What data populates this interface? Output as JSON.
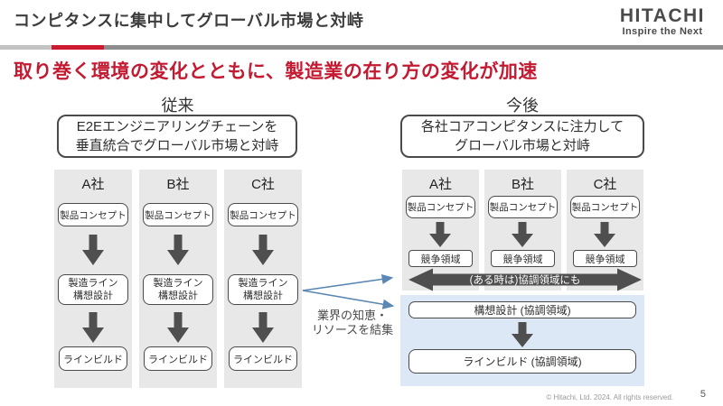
{
  "header": {
    "title": "コンピタンスに集中してグローバル市場と対峙",
    "logo": "HITACHI",
    "tagline": "Inspire the Next"
  },
  "heading": "取り巻く環境の変化とともに、製造業の在り方の変化が加速",
  "left": {
    "label": "従来",
    "summary_line1": "E2Eエンジニアリングチェーンを",
    "summary_line2": "垂直統合でグローバル市場と対峙",
    "companies": [
      "A社",
      "B社",
      "C社"
    ],
    "steps": {
      "concept": "製品コンセプト",
      "design_line1": "製造ライン",
      "design_line2": "構想設計",
      "build": "ラインビルド"
    }
  },
  "center": {
    "note_line1": "業界の知恵・",
    "note_line2": "リソースを結集"
  },
  "right": {
    "label": "今後",
    "summary_line1": "各社コアコンピタンスに注力して",
    "summary_line2": "グローバル市場と対峙",
    "companies": [
      "A社",
      "B社",
      "C社"
    ],
    "steps": {
      "concept": "製品コンセプト",
      "competitive": "競争領域"
    },
    "banner": "(ある時は)協調領域にも",
    "coop": {
      "design": "構想設計 (協調領域)",
      "build": "ラインビルド (協調領域)"
    }
  },
  "footer": {
    "copyright": "© Hitachi, Ltd. 2024. All rights reserved.",
    "page": "5"
  },
  "colors": {
    "accent_red": "#ce1a31",
    "arrow_dark": "#4f4f4f",
    "column_gray": "#e8e8e8",
    "coop_blue": "#dce8f5",
    "link_blue": "#5b87b5"
  }
}
